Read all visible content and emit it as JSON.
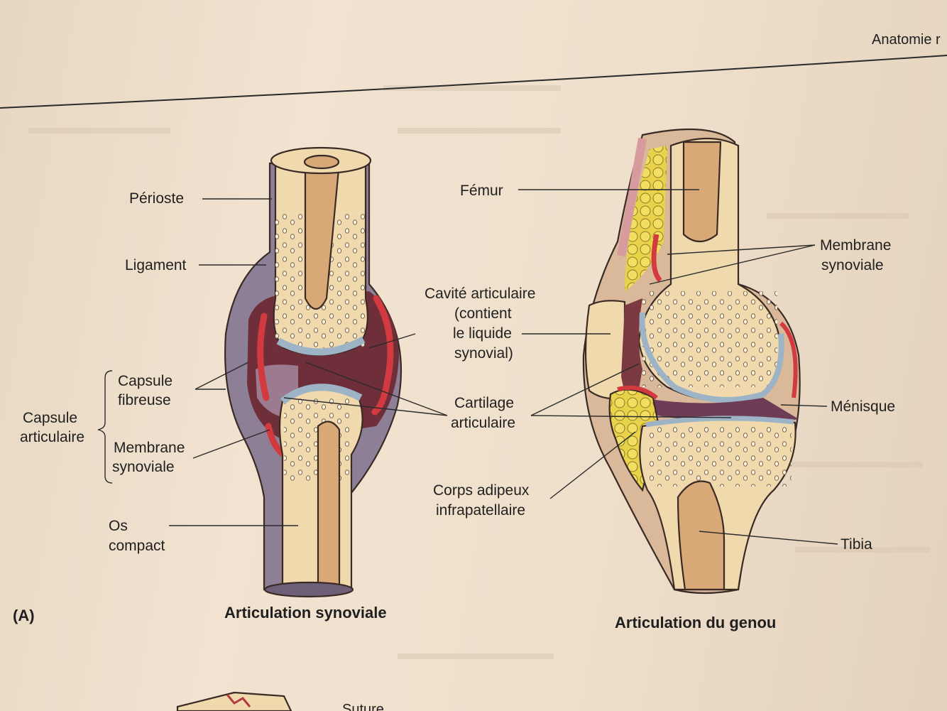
{
  "header": {
    "running_head": "Anatomie r"
  },
  "panel_label": "(A)",
  "figures": {
    "synovial": {
      "title": "Articulation synoviale"
    },
    "knee": {
      "title": "Articulation du genou"
    }
  },
  "labels": {
    "perioste": "Périoste",
    "ligament": "Ligament",
    "capsule_fibreuse": [
      "Capsule",
      "fibreuse"
    ],
    "capsule_articulaire": [
      "Capsule",
      "articulaire"
    ],
    "membrane_synoviale_left": [
      "Membrane",
      "synoviale"
    ],
    "os_compact": [
      "Os",
      "compact"
    ],
    "cavite": [
      "Cavité articulaire",
      "(contient",
      "le liquide",
      "synovial)"
    ],
    "cartilage": [
      "Cartilage",
      "articulaire"
    ],
    "corps_adipeux": [
      "Corps adipeux",
      "infrapatellaire"
    ],
    "femur": "Fémur",
    "membrane_synoviale_right": [
      "Membrane",
      "synoviale"
    ],
    "menisque": "Ménisque",
    "tibia": "Tibia",
    "suture": "Suture"
  },
  "colors": {
    "bone": "#efd9ad",
    "marrow": "#d9a877",
    "capsule": "#8d7f96",
    "cavity": "#7b3a42",
    "synovial_membrane": "#d33a3f",
    "cartilage": "#9db3c6",
    "fat": "#e9d24a"
  }
}
